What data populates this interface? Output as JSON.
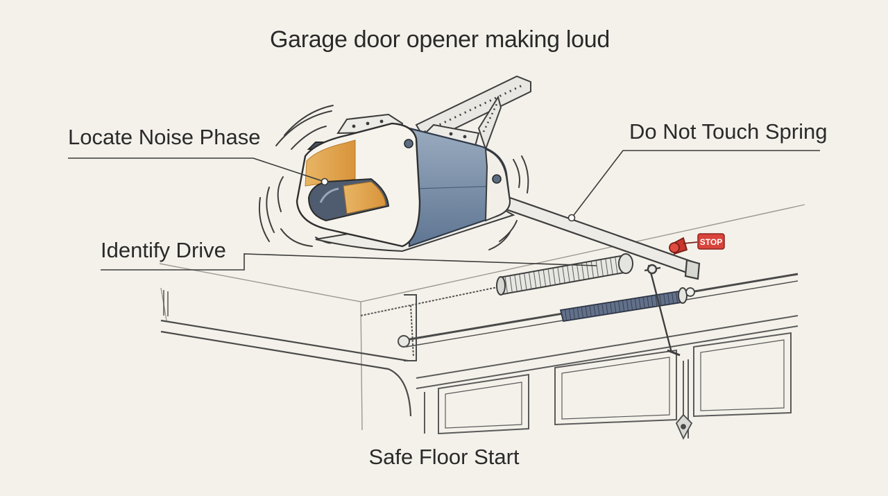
{
  "title": "Garage door opener making loud",
  "labels": {
    "noise": "Locate Noise Phase",
    "spring": "Do Not Touch Spring",
    "drive": "Identify Drive",
    "floor": "Safe Floor Start"
  },
  "stop_sign": "STOP",
  "colors": {
    "background": "#f4f1ea",
    "line": "#3a3a3a",
    "motor_shell": "#f6f3ec",
    "motor_blue": "#7e93ab",
    "amber": "#e2a44b",
    "stop_red": "#d9443b"
  }
}
